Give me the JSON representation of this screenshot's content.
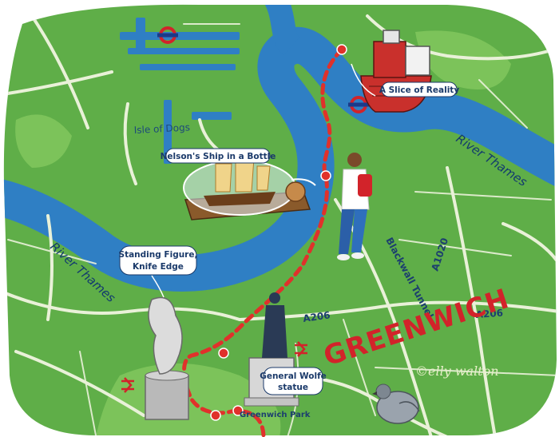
{
  "labels": {
    "isle_of_dogs": "Isle of Dogs",
    "river_thames_west": "River Thames",
    "river_thames_east": "River Thames",
    "greenwich": "GREENWICH",
    "greenwich_park": "Greenwich Park",
    "blackwall_tunnel": "Blackwall Tunnel",
    "a102": "A1020",
    "a206_center": "A206",
    "a206_east": "A206",
    "signature": "©elly walton"
  },
  "callouts": {
    "slice_of_reality": "A Slice of Reality",
    "nelsons_ship": "Nelson's Ship in a Bottle",
    "standing_figure_line1": "Standing Figure,",
    "standing_figure_line2": "Knife Edge",
    "general_wolfe_line1": "General Wolfe",
    "general_wolfe_line2": "statue"
  },
  "icons": [
    "underground-roundel-icon",
    "national-rail-icon",
    "ship-sculpture-icon",
    "bottle-ship-icon",
    "walking-person-icon",
    "knife-edge-statue-icon",
    "general-wolfe-statue-icon",
    "pigeon-icon"
  ],
  "colors": {
    "land": "#5fae48",
    "river": "#2f7fc4",
    "roads": "#e9f1d8",
    "route": "#e0312b",
    "accent": "#d2232a"
  }
}
